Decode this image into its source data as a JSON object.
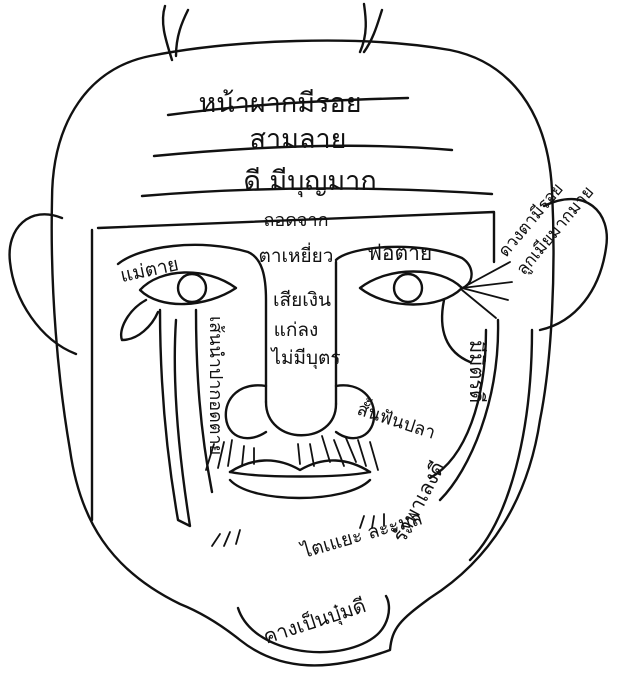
{
  "diagram": {
    "colors": {
      "line": "#111111",
      "background": "#ffffff"
    },
    "labels": {
      "forehead_top": "หน้าผากมีรอย",
      "forehead_mid": "สามลาย",
      "forehead_low": "ดี  มีบุญมาก",
      "nose_bridge_1": "ถอดจาก",
      "nose_bridge_2": "ตาเหยี่ยว",
      "left_eye": "แม่ตาย",
      "right_eye": "พ่อตาย",
      "nose_1": "เสียเงิน",
      "nose_2": "แก่ลง",
      "nose_3": "ไม่มีบุตร",
      "left_cheek_line": "เส้นนำปากอดตาย",
      "right_cheek_line": "มีมิตรดี",
      "upper_lip": "สั้นฟันปลา",
      "right_jaw": "รำพาเลงดี",
      "lower_lip": "ไตเแยะ ละะมูล",
      "chin": "คางเป็นบุ๋มดี",
      "ear_right_1": "ดวงตามีรอย",
      "ear_right_2": "ลูกเมียมากมาย"
    }
  }
}
